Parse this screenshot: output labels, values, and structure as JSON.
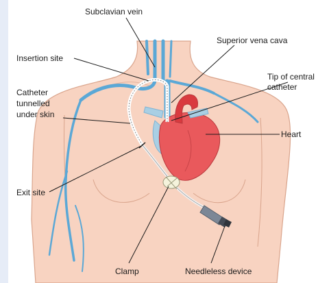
{
  "labels": {
    "subclavian_vein": "Subclavian vein",
    "superior_vena_cava": "Superior vena cava",
    "insertion_site": "Insertion site",
    "tip_line1": "Tip of central",
    "tip_line2": "catheter",
    "catheter_line1": "Catheter",
    "catheter_line2": "tunnelled",
    "catheter_line3": "under skin",
    "heart": "Heart",
    "exit_site": "Exit site",
    "clamp": "Clamp",
    "needleless_device": "Needleless device"
  },
  "colors": {
    "background": "#e6ecf7",
    "skin": "#f8d3c1",
    "skin_outline": "#d9a48c",
    "vein": "#5ba8d6",
    "heart": "#e9595c",
    "artery": "#d93a3f",
    "catheter": "#ffffff",
    "device": "#7c8796"
  }
}
